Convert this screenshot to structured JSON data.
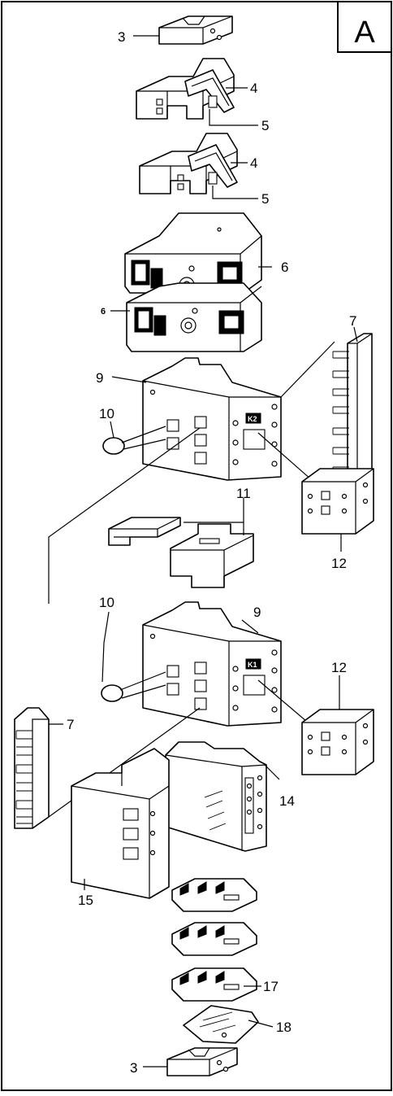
{
  "sheet_label": "A",
  "callouts": {
    "c3_top": "3",
    "c4_a": "4",
    "c5_a": "5",
    "c4_b": "4",
    "c5_b": "5",
    "c6_a": "6",
    "c6_b": "6",
    "c7_right": "7",
    "c9_top": "9",
    "c10_top": "10",
    "c11": "11",
    "c12_top": "12",
    "c10_bottom": "10",
    "c9_bottom": "9",
    "c12_bottom": "12",
    "c7_left": "7",
    "c14": "14",
    "c15": "15",
    "c17": "17",
    "c18": "18",
    "c3_bottom": "3"
  },
  "contactor_tags": {
    "upper": "K2",
    "lower": "K1"
  }
}
